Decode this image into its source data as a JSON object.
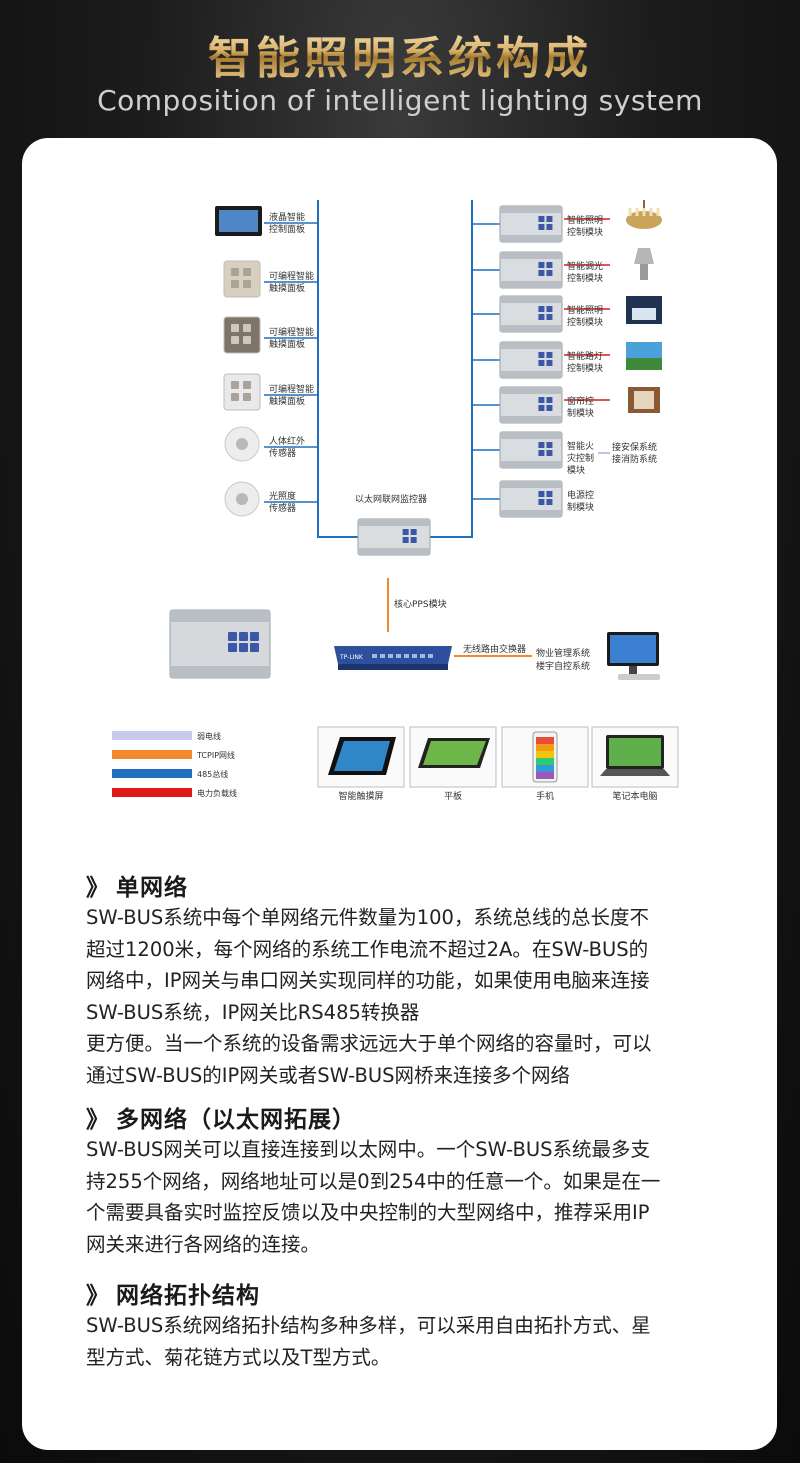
{
  "header": {
    "title_cn": "智能照明系统构成",
    "title_en": "Composition of intelligent lighting system"
  },
  "diagram": {
    "left_devices": [
      {
        "line1": "液晶智能",
        "line2": "控制面板",
        "icon": "lcd-panel-icon"
      },
      {
        "line1": "可编程智能",
        "line2": "触摸面板",
        "icon": "touch-panel-icon"
      },
      {
        "line1": "可编程智能",
        "line2": "触摸面板",
        "icon": "touch-panel-icon"
      },
      {
        "line1": "可编程智能",
        "line2": "触摸面板",
        "icon": "touch-panel-icon"
      },
      {
        "line1": "人体红外",
        "line2": "传感器",
        "icon": "pir-sensor-icon"
      },
      {
        "line1": "光照度",
        "line2": "传感器",
        "icon": "light-sensor-icon"
      }
    ],
    "right_modules": [
      {
        "line1": "智能照明",
        "line2": "控制模块",
        "load": "chandelier-icon"
      },
      {
        "line1": "智能调光",
        "line2": "控制模块",
        "load": "table-lamp-icon"
      },
      {
        "line1": "智能照明",
        "line2": "控制模块",
        "load": "building-night-icon"
      },
      {
        "line1": "智能路灯",
        "line2": "控制模块",
        "load": "street-lights-icon"
      },
      {
        "line1": "窗帘控",
        "line2": "制模块",
        "load": "curtain-icon"
      },
      {
        "line1": "智能火",
        "line2": "灾控制",
        "line3": "模块",
        "extra1": "接安保系统",
        "extra2": "接消防系统"
      },
      {
        "line1": "电源控",
        "line2": "制模块"
      }
    ],
    "ethernet_monitor": "以太网联网监控器",
    "core_module": "核心PPS模块",
    "router": "无线路由交换器",
    "router_brand": "TP-LINK",
    "property_line1": "物业管理系统",
    "property_line2": "楼宇自控系统",
    "legend": [
      {
        "label": "弱电线",
        "color": "#c9c9ee"
      },
      {
        "label": "TCPIP网线",
        "color": "#f08a2c"
      },
      {
        "label": "485总线",
        "color": "#1f6fc0"
      },
      {
        "label": "电力负载线",
        "color": "#e01818"
      }
    ],
    "terminals": [
      {
        "label": "智能触摸屏",
        "icon": "smart-touchscreen-icon"
      },
      {
        "label": "平板",
        "icon": "tablet-icon"
      },
      {
        "label": "手机",
        "icon": "phone-icon"
      },
      {
        "label": "笔记本电脑",
        "icon": "laptop-icon"
      }
    ]
  },
  "sections": [
    {
      "title": "单网络",
      "lines": [
        "SW-BUS系统中每个单网络元件数量为100，系统总线的总长度不",
        "超过1200米，每个网络的系统工作电流不超过2A。在SW-BUS的",
        "网络中，IP网关与串口网关实现同样的功能，如果使用电脑来连接",
        "SW-BUS系统，IP网关比RS485转换器",
        "更方便。当一个系统的设备需求远远大于单个网络的容量时，可以",
        "通过SW-BUS的IP网关或者SW-BUS网桥来连接多个网络"
      ]
    },
    {
      "title": "多网络（以太网拓展）",
      "lines": [
        "SW-BUS网关可以直接连接到以太网中。一个SW-BUS系统最多支",
        "持255个网络，网络地址可以是0到254中的任意一个。如果是在一",
        "个需要具备实时监控反馈以及中央控制的大型网络中，推荐采用IP",
        "网关来进行各网络的连接。"
      ]
    },
    {
      "title": "网络拓扑结构",
      "lines": [
        "SW-BUS系统网络拓扑结构多种多样，可以采用自由拓扑方式、星",
        "型方式、菊花链方式以及T型方式。"
      ]
    }
  ],
  "section_marker": "》"
}
